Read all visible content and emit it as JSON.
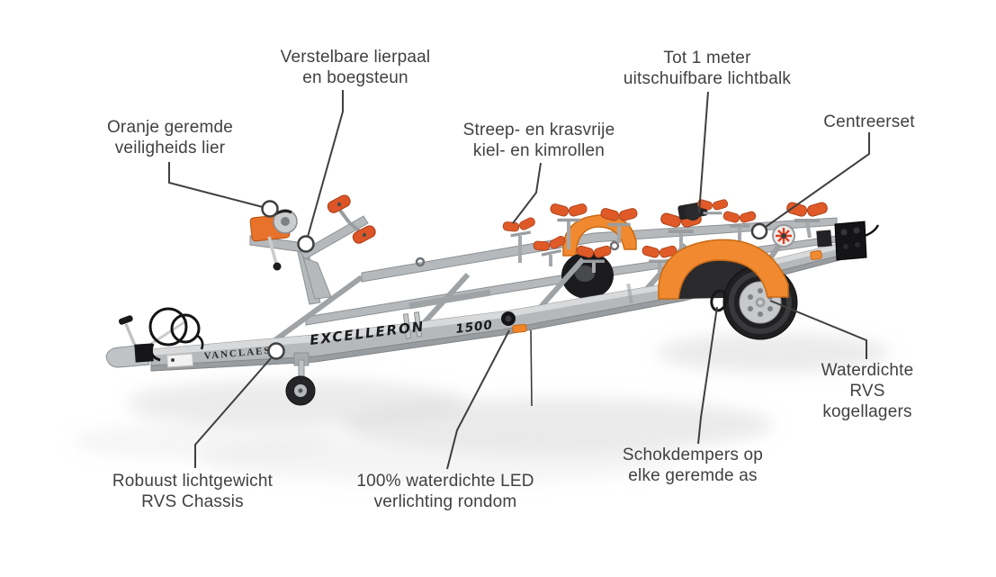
{
  "meta": {
    "type": "product-feature-infographic",
    "language": "nl"
  },
  "colors": {
    "background": "#ffffff",
    "label_text": "#414141",
    "pointer_line": "#3f3f3f",
    "fender_orange": "#f0892f",
    "roller_orange": "#e05a28",
    "winch_orange": "#e8722a",
    "frame_gray": "#b6b9bc"
  },
  "product": {
    "brand": "VANCLAES",
    "model": "EXCELLERON",
    "capacity": "1500"
  },
  "annotations": {
    "safety_winch": {
      "label": "Oranje geremde\nveiligheids lier"
    },
    "winch_post": {
      "label": "Verstelbare lierpaal\nen boegsteun"
    },
    "rollers": {
      "label": "Streep- en krasvrije\nkiel- en kimrollen"
    },
    "light_bar": {
      "label": "Tot 1 meter\nuitschuifbare lichtbalk"
    },
    "centering_set": {
      "label": "Centreerset"
    },
    "bearings": {
      "label": "Waterdichte RVS\nkogellagers"
    },
    "shock_absorbers": {
      "label": "Schokdempers op\nelke geremde as"
    },
    "led_lighting": {
      "label": "100% waterdichte LED\nverlichting rondom"
    },
    "chassis": {
      "label": "Robuust lichtgewicht\nRVS Chassis"
    }
  }
}
